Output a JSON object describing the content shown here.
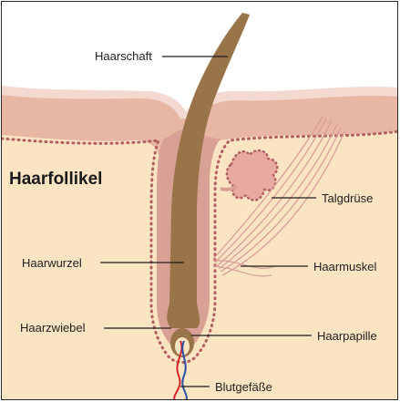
{
  "title": "Haarfollikel",
  "labels": {
    "haarschaft": "Haarschaft",
    "talgdruese": "Talgdrüse",
    "haarwurzel": "Haarwurzel",
    "haarmuskel": "Haarmuskel",
    "haarzwiebel": "Haarzwiebel",
    "haarpapille": "Haarpapille",
    "blutgefaesse": "Blutgefäße"
  },
  "colors": {
    "background": "#ffffff",
    "dermis": "#fbe4c2",
    "epidermis": "#e8b7a4",
    "epidermis_top": "#f3d9d0",
    "follicle_sheath": "#d9a095",
    "hair": "#9a7449",
    "gland": "#e7a9a0",
    "muscle": "#d89e9a",
    "dots": "#b25e61",
    "vessel_red": "#d6262b",
    "vessel_blue": "#2c4fa8"
  }
}
